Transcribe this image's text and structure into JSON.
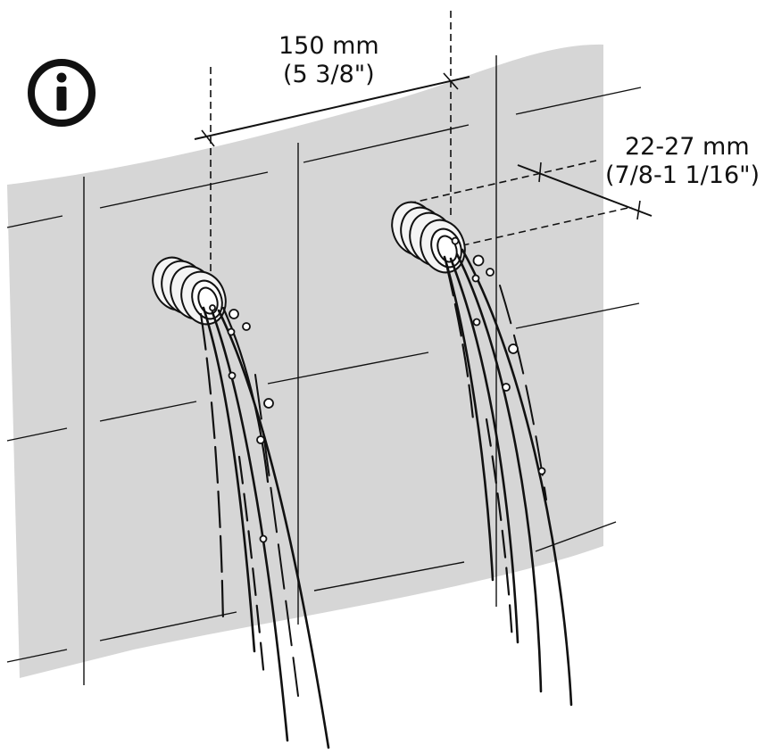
{
  "icons": {
    "info": "info-icon"
  },
  "dimensions": {
    "spacing": {
      "metric": "150 mm",
      "imperial": "(5 3/8\")"
    },
    "depth": {
      "metric": "22-27 mm",
      "imperial": "(7/8-1 1/16\")"
    }
  },
  "colors": {
    "wall": "#d6d6d6",
    "line": "#111111",
    "background": "#ffffff"
  }
}
